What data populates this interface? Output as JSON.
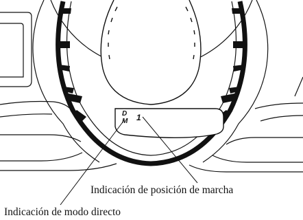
{
  "display": {
    "mode_letters": [
      "D",
      "M"
    ],
    "gear_digit": "1"
  },
  "labels": {
    "gear_position": "Indicación de posición de marcha",
    "direct_mode": "Indicación de modo directo"
  },
  "colors": {
    "line": "#111111",
    "background": "#ffffff"
  }
}
